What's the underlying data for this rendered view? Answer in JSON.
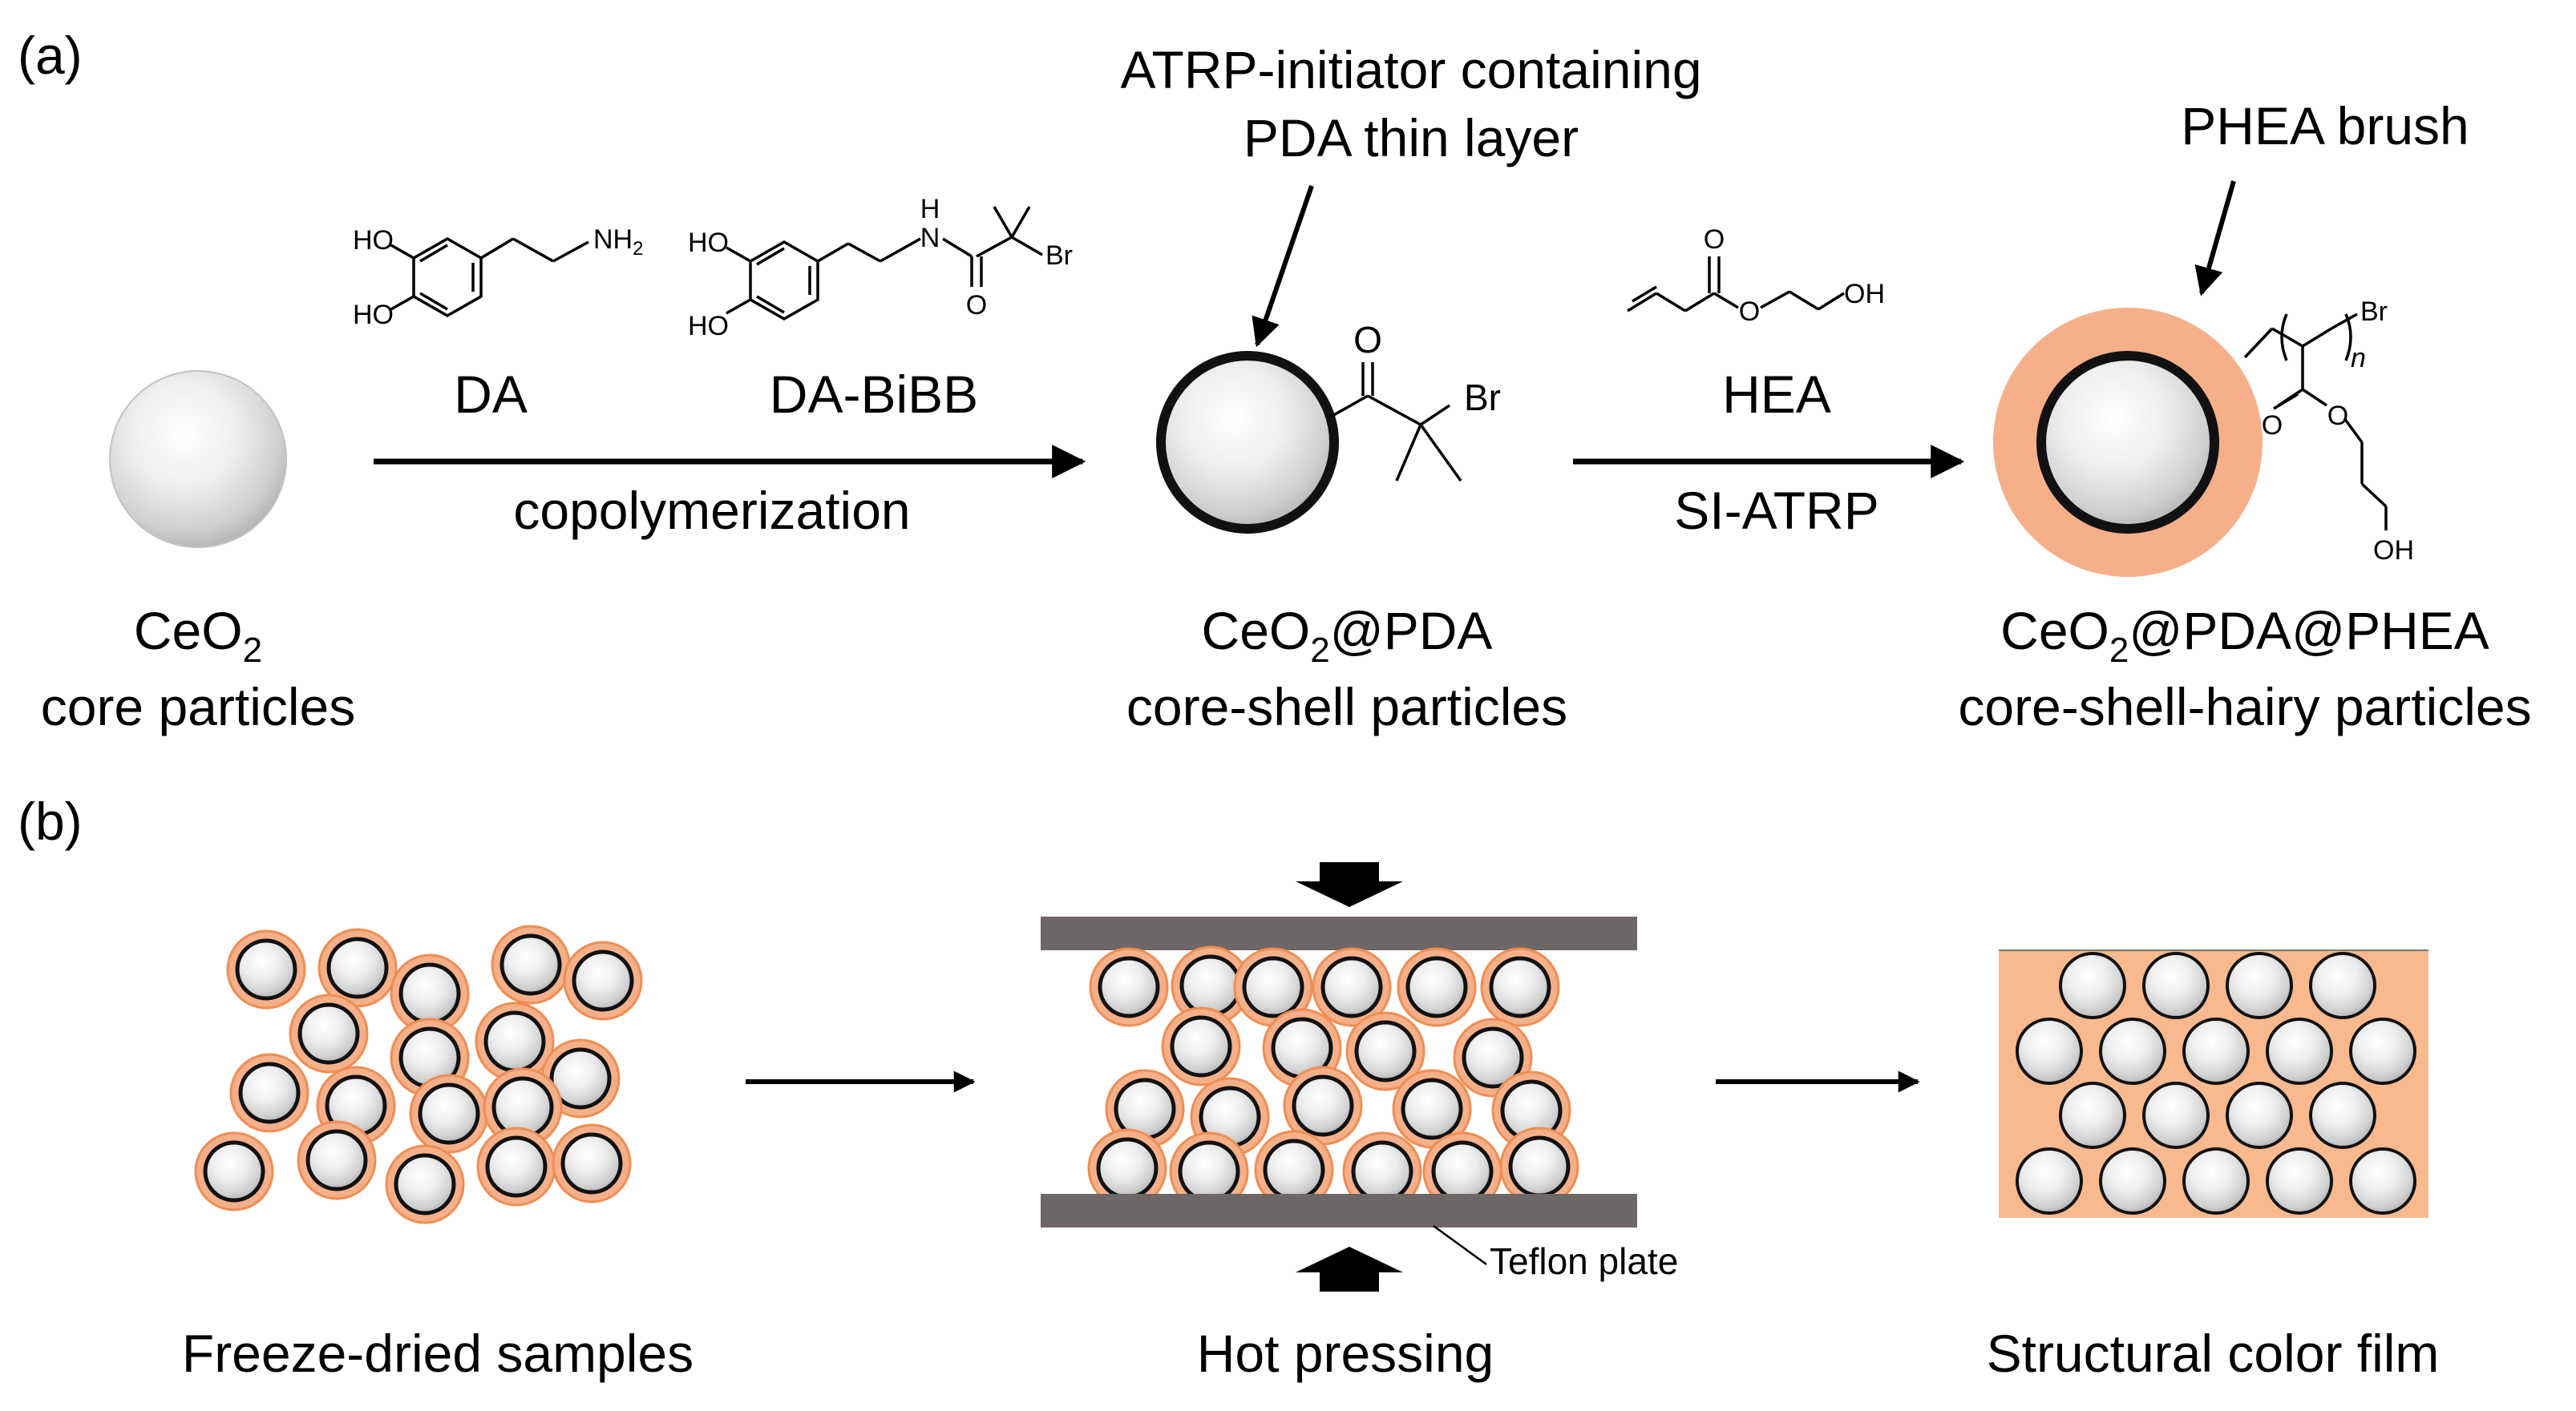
{
  "panel_a": {
    "label": "(a)",
    "core": {
      "name": "CeO",
      "sub": "2",
      "desc": "core particles"
    },
    "reagents": {
      "da": "DA",
      "da_bibb": "DA-BiBB",
      "process": "copolymerization",
      "ho": "HO",
      "nh2": "NH",
      "nh2_sub": "2",
      "nh": "H",
      "n": "N",
      "o": "O",
      "br": "Br"
    },
    "shell": {
      "annotation_line1": "ATRP-initiator containing",
      "annotation_line2": "PDA thin layer",
      "name_pre": "CeO",
      "sub": "2",
      "name_post": "@PDA",
      "desc": "core-shell particles",
      "o": "O",
      "br": "Br"
    },
    "hea": {
      "name": "HEA",
      "process": "SI-ATRP",
      "o": "O",
      "oh": "OH"
    },
    "hairy": {
      "annotation": "PHEA brush",
      "name_pre": "CeO",
      "sub": "2",
      "name_post": "@PDA@PHEA",
      "desc": "core-shell-hairy particles",
      "br": "Br",
      "n": "n",
      "o": "O",
      "oh": "OH"
    }
  },
  "panel_b": {
    "label": "(b)",
    "steps": [
      "Freeze-dried samples",
      "Hot pressing",
      "Structural color film"
    ],
    "plate_label": "Teflon plate"
  },
  "colors": {
    "shell_orange": "#f5b08a",
    "shell_edge": "#ef8d52",
    "film": "#f8b98e",
    "plate": "#6e6767",
    "core_light": "#ffffff",
    "core_dark": "#bdbdbd"
  }
}
